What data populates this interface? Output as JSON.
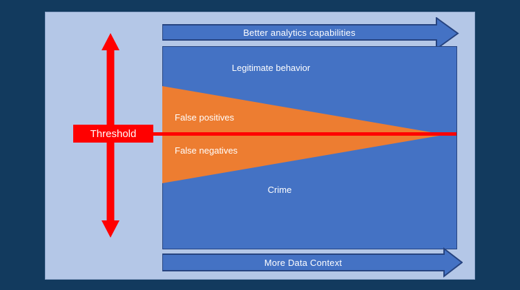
{
  "colors": {
    "bg": "#123A5E",
    "panel": "#B4C7E7",
    "blue": "#4472C4",
    "blue_border": "#26437F",
    "orange": "#ED7D31",
    "red": "#FF0000",
    "text": "#FFFFFF"
  },
  "diagram": {
    "top_arrow_label": "Better analytics capabilities",
    "bottom_arrow_label": "More Data Context",
    "legitimate_label": "Legitimate behavior",
    "crime_label": "Crime",
    "false_positives_label": "False positives",
    "false_negatives_label": "False negatives",
    "threshold_label": "Threshold"
  }
}
